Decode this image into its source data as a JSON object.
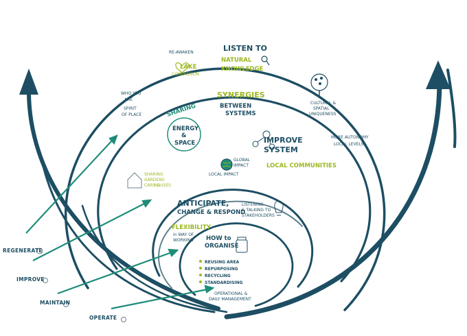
{
  "colors": {
    "navy": "#1d4e63",
    "teal": "#1e8c78",
    "lime": "#9bb821",
    "gray": "#6c7f88"
  },
  "side_labels": [
    "REGENERATE",
    "IMPROVE",
    "MAINTAIN",
    "OPERATE"
  ],
  "outer_ring": {
    "re_awaken": [
      "RE-AWAKEN",
      "LAKE",
      "COMPASSION"
    ],
    "listen": [
      "LISTEN TO",
      "NATURAL",
      "KNOWLEDGE"
    ],
    "who_you_are": [
      "WHO YOU",
      "ARE"
    ],
    "spirit": [
      "SPIRIT",
      "OF PLACE"
    ],
    "cultural": [
      "CULTURAL &",
      "SPATIAL",
      "UNIQUENESS"
    ]
  },
  "ring2": {
    "synergies": "SYNERGIES",
    "between": [
      "BETWEEN",
      "SYSTEMS"
    ],
    "sharing": "SHARING",
    "energy": [
      "ENERGY",
      "&",
      "SPACE"
    ],
    "improve": [
      "IMPROVE",
      "SYSTEM"
    ],
    "local": "LOCAL COMMUNITIES",
    "autonomy": [
      "MORE AUTONOMY",
      "LOCAL LEVELS"
    ],
    "gardens": [
      "SHARING",
      "GARDENS",
      "CARS &",
      "HOUSES"
    ]
  },
  "ring3": {
    "anticipate": [
      "ANTICIPATE,",
      "CHANGE & RESPOND"
    ],
    "listening": [
      "LISTENING",
      "& TALKING TO",
      "STAKEHOLDERS"
    ],
    "flexibility": [
      "FLEXIBILITY",
      "in WAY OF",
      "WORKING"
    ]
  },
  "core": {
    "how": [
      "HOW to",
      "ORGANISE"
    ],
    "list": [
      "REUSING AREA",
      "REPURPOSING",
      "RECYCLING",
      "STANDARDISING"
    ],
    "footer": [
      "OPERATIONAL &",
      "DAILY MANAGEMENT"
    ]
  },
  "emblem": {
    "globe_left": "LOCAL IMPACT",
    "globe_right": [
      "GLOBAL",
      "IMPACT"
    ]
  },
  "icons": [
    "heart-icon",
    "magnifier-icon",
    "tree-icon",
    "house-icon",
    "bulb-icon",
    "jar-icon",
    "globe-icon",
    "network-icon"
  ]
}
